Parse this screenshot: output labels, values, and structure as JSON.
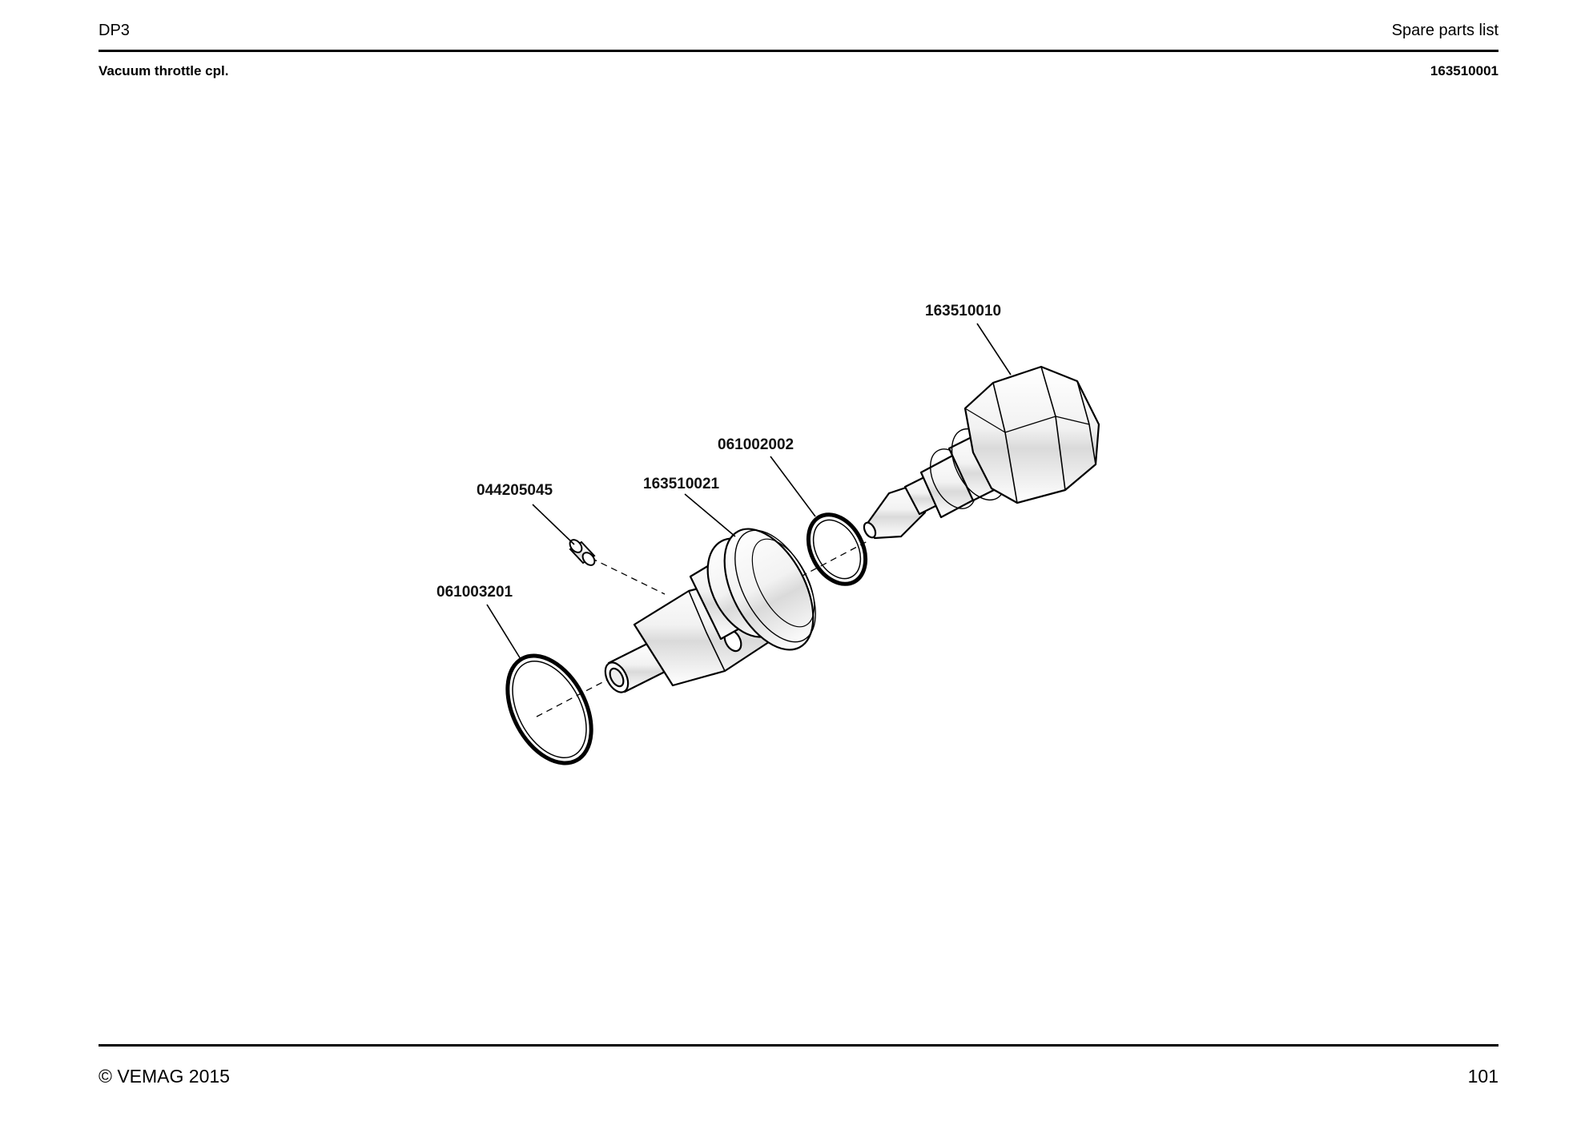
{
  "header": {
    "doc_code": "DP3",
    "doc_type": "Spare parts list"
  },
  "subheader": {
    "assembly_name": "Vacuum throttle cpl.",
    "assembly_number": "163510001"
  },
  "callouts": {
    "nut": "163510010",
    "small_oring": "061002002",
    "body": "163510021",
    "screw": "044205045",
    "large_oring": "061003201"
  },
  "footer": {
    "copyright": "© VEMAG 2015",
    "page_number": "101"
  }
}
